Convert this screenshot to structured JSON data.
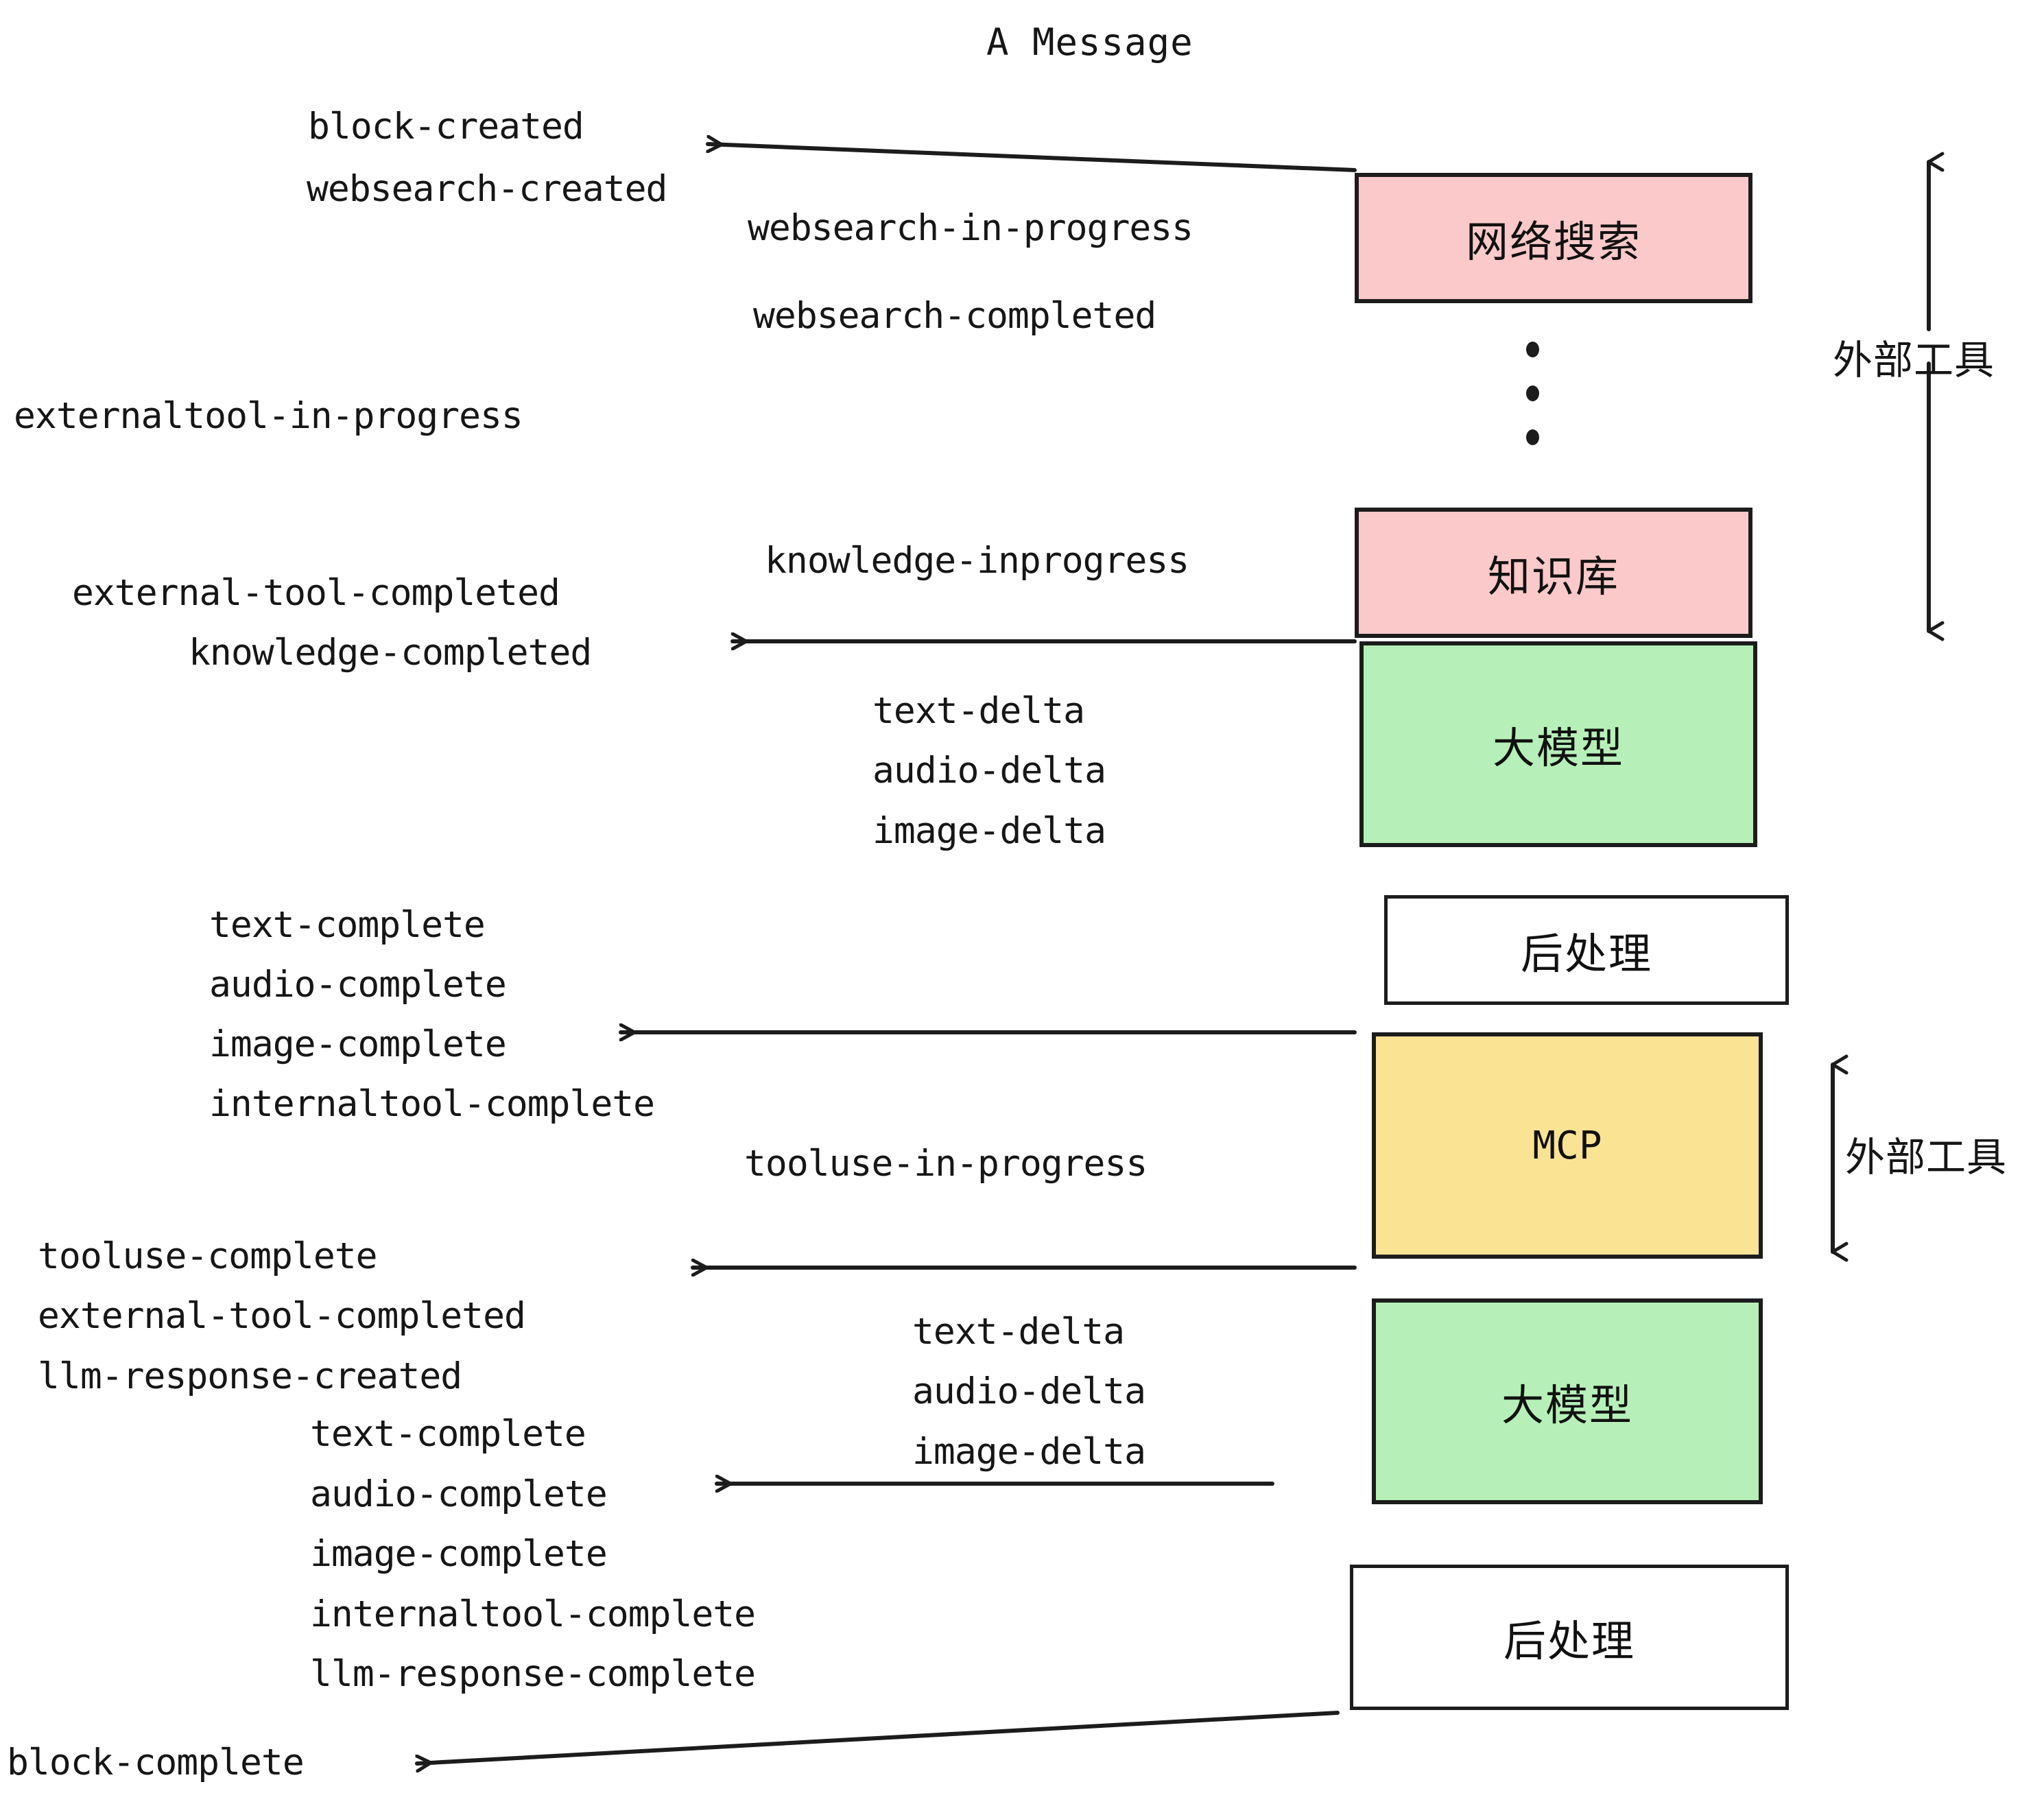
{
  "diagram": {
    "title": "A Message",
    "palette": {
      "pink": "#FBC9C9",
      "green": "#B6F0B8",
      "yellow": "#FBE394",
      "white": "#FFFFFF",
      "stroke": "#1C1C1C",
      "text": "#161616"
    },
    "nodes": [
      {
        "id": "websearch",
        "label": "网络搜索",
        "fill": "#FBC9C9"
      },
      {
        "id": "knowledge",
        "label": "知识库",
        "fill": "#FBC9C9"
      },
      {
        "id": "llm-1",
        "label": "大模型",
        "fill": "#B6F0B8"
      },
      {
        "id": "post-1",
        "label": "后处理",
        "fill": "#FFFFFF"
      },
      {
        "id": "mcp",
        "label": "MCP",
        "fill": "#FBE394"
      },
      {
        "id": "llm-2",
        "label": "大模型",
        "fill": "#B6F0B8"
      },
      {
        "id": "post-2",
        "label": "后处理",
        "fill": "#FFFFFF"
      }
    ],
    "annotations": [
      {
        "id": "external-tools-top",
        "label": "外部工具"
      },
      {
        "id": "external-tools-bottom",
        "label": "外部工具"
      }
    ],
    "events": {
      "block_created": "block-created",
      "websearch_created": "websearch-created",
      "websearch_in_progress": "websearch-in-progress",
      "websearch_completed": "websearch-completed",
      "externaltool_in_progress": "externaltool-in-progress",
      "knowledge_inprogress": "knowledge-inprogress",
      "external_tool_completed_1": "external-tool-completed",
      "knowledge_completed": "knowledge-completed",
      "text_delta_1": "text-delta",
      "audio_delta_1": "audio-delta",
      "image_delta_1": "image-delta",
      "text_complete_1": "text-complete",
      "audio_complete_1": "audio-complete",
      "image_complete_1": "image-complete",
      "internaltool_complete_1": "internaltool-complete",
      "tooluse_in_progress": "tooluse-in-progress",
      "tooluse_complete": "tooluse-complete",
      "external_tool_completed_2": "external-tool-completed",
      "llm_response_created": "llm-response-created",
      "text_delta_2": "text-delta",
      "audio_delta_2": "audio-delta",
      "image_delta_2": "image-delta",
      "text_complete_2": "text-complete",
      "audio_complete_2": "audio-complete",
      "image_complete_2": "image-complete",
      "internaltool_complete_2": "internaltool-complete",
      "llm_response_complete": "llm-response-complete",
      "block_complete": "block-complete"
    }
  }
}
